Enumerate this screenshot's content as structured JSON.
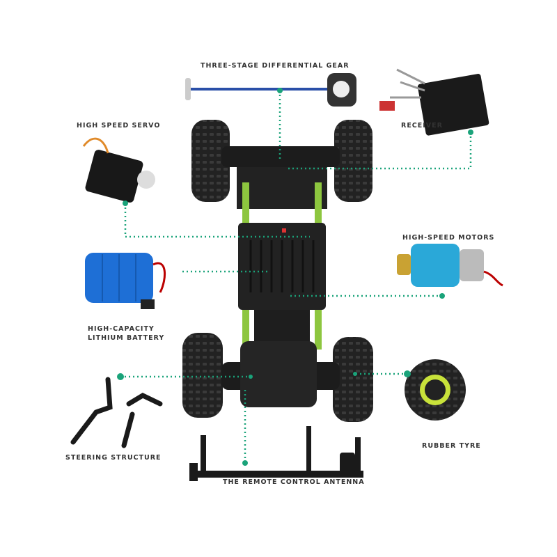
{
  "labels": {
    "differential_gear": "THREE-STAGE DIFFERENTIAL GEAR",
    "servo": "HIGH SPEED SERVO",
    "receiver": "RECEIVER",
    "motors": "HIGH-SPEED MOTORS",
    "battery_line1": "HIGH-CAPACITY",
    "battery_line2": "LITHIUM BATTERY",
    "steering": "STEERING STRUCTURE",
    "tyre": "RUBBER TYRE",
    "antenna": "THE REMOTE CONTROL ANTENNA"
  },
  "colors": {
    "connector": "#1aa37a",
    "chassis_accent": "#8dc63f",
    "battery": "#1e6fd6",
    "motor": "#2aa8d8"
  }
}
